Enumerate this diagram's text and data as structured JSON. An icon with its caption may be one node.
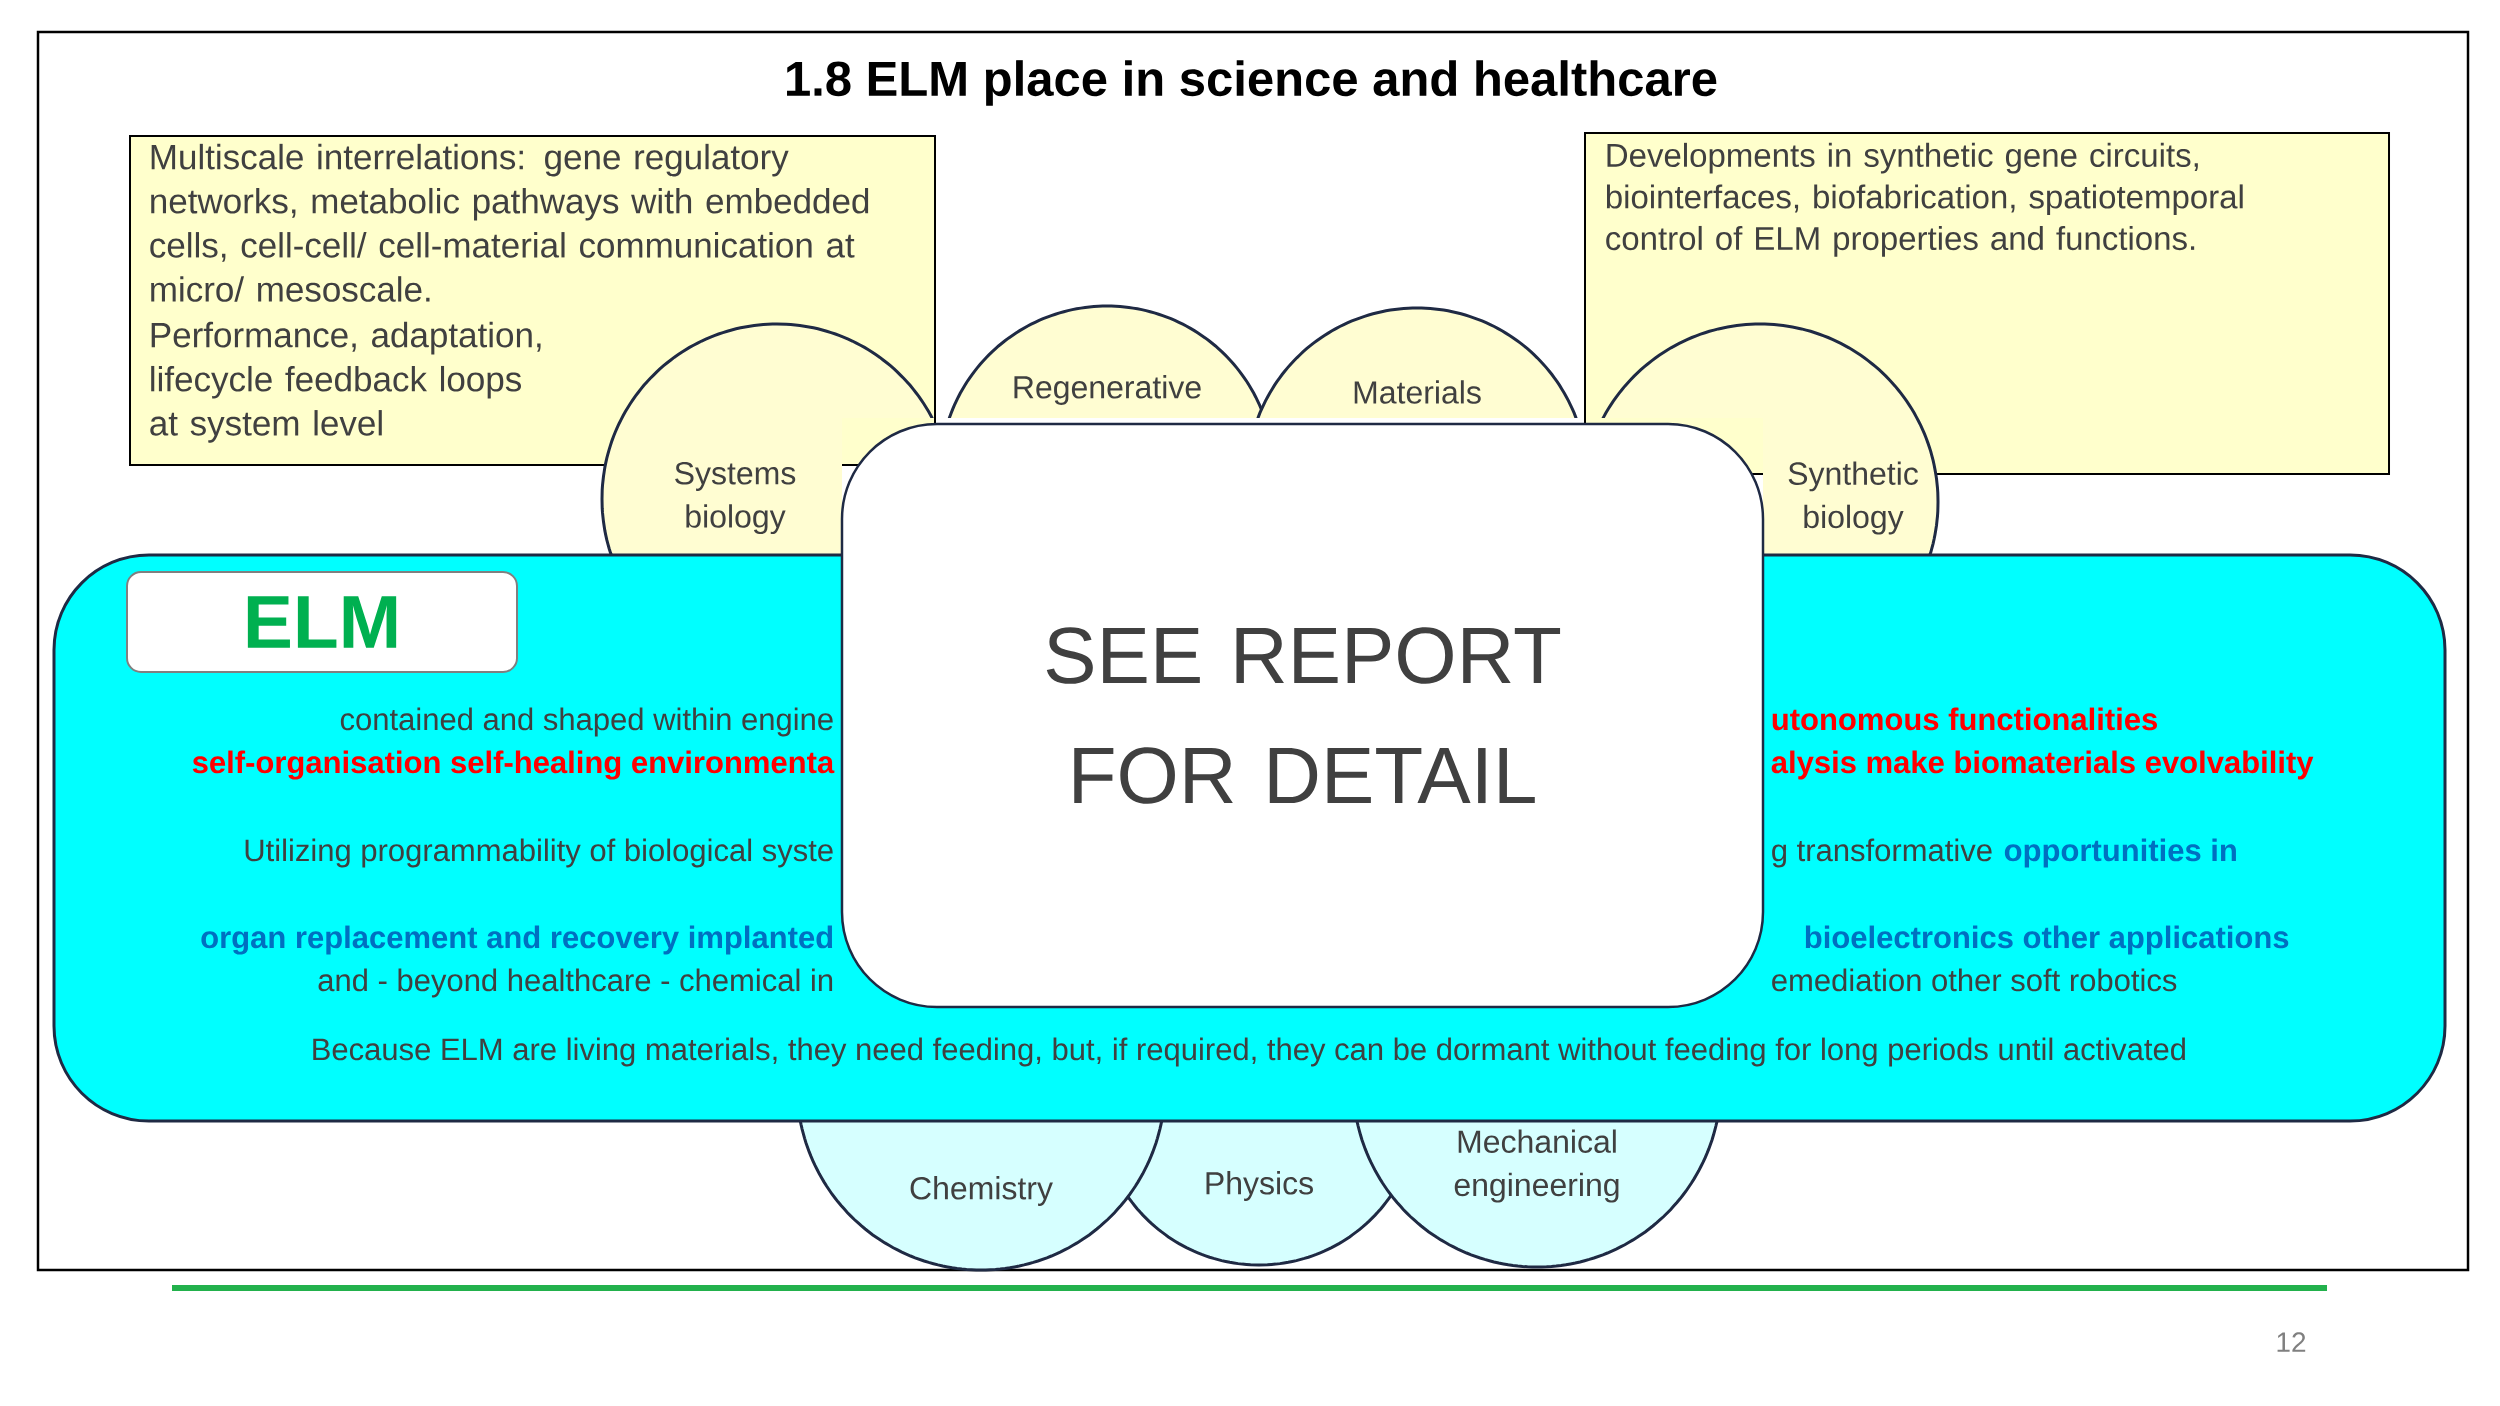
{
  "diagram": {
    "title": "1.8 ELM place in science and healthcare",
    "nodes": [
      {
        "text": [
          "Multiscale interrelations: gene regulatory networks, metabolic pathways with embedded cells, cell-cell/ cell-material communication at micro/ mesoscale.",
          "Performance, adaptation, lifecycle feedback loops at system level"
        ]
      },
      {
        "text": [
          "Developments in synthetic gene circuits, biointerfaces, biofabrication, spatiotemporal control of ELM properties and functions."
        ]
      },
      {
        "text": [
          "Regenerative"
        ]
      },
      {
        "text": [
          "Materials"
        ]
      },
      {
        "text": [
          "Systems biology"
        ]
      },
      {
        "text": [
          "Synthetic biology"
        ]
      },
      {
        "text": [
          "contained and shaped within engine",
          "utonomous functionalities",
          "self-organisation self-healing environmenta",
          "alysis make biomaterials evolvability",
          "Utilizing programmability of biological syste",
          "g transformative",
          "opportunities in",
          "organ replacement and recovery implanted",
          "bioelectronics other applications",
          "and - beyond healthcare - chemical in",
          "emediation other soft robotics",
          "Because ELM are living materials, they need feeding, but, if required, they can be dormant without feeding for long periods until activated"
        ]
      },
      {
        "text": [
          "ELM"
        ],
        "in": 6
      },
      {
        "text": [
          "SEE REPORT FOR DETAIL"
        ]
      },
      {
        "text": [
          "Chemistry"
        ]
      },
      {
        "text": [
          "Physics"
        ]
      },
      {
        "text": [
          "Mechanical engineering"
        ]
      }
    ],
    "labels": [
      "12"
    ]
  }
}
